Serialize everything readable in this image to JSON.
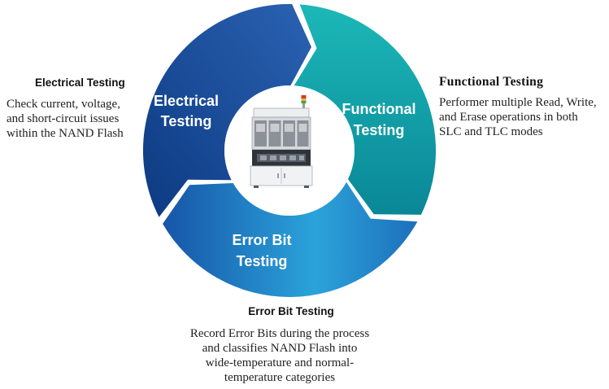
{
  "cycle": {
    "center_icon": "testing-machine-icon",
    "segments": [
      {
        "label_lines": [
          "Electrical",
          "Testing"
        ],
        "colors": [
          "#0d3a82",
          "#2a62b2"
        ]
      },
      {
        "label_lines": [
          "Functional",
          "Testing"
        ],
        "colors": [
          "#1cb8b8",
          "#0a8797"
        ]
      },
      {
        "label_lines": [
          "Error Bit",
          "Testing"
        ],
        "colors": [
          "#1655a8",
          "#2ba3da",
          "#1d6fbb"
        ]
      }
    ]
  },
  "descriptions": {
    "electrical": {
      "heading": "Electrical Testing",
      "lines": [
        "Check current, voltage,",
        "and short-circuit issues",
        "within the NAND Flash"
      ]
    },
    "functional": {
      "heading": "Functional Testing",
      "lines": [
        "Performer multiple Read, Write,",
        "and Erase operations in both",
        "SLC and TLC modes"
      ]
    },
    "error_bit": {
      "heading": "Error Bit Testing",
      "lines": [
        "Record Error Bits during the process",
        "and classifies NAND Flash into",
        "wide-temperature and normal-",
        "temperature categories"
      ]
    }
  }
}
